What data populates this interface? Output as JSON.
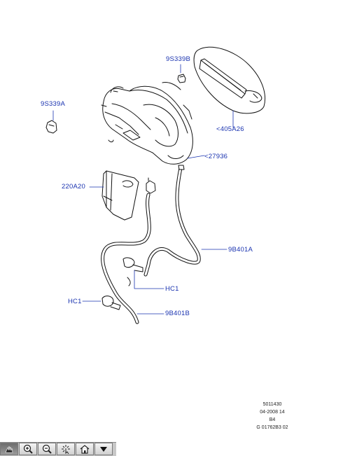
{
  "labels": {
    "p9s339b": "9S339B",
    "p9s339a": "9S339A",
    "p405a26": "<405A26",
    "p27936": "<27936",
    "p220a20": "220A20",
    "p9b401a": "9B401A",
    "hc1_upper": "HC1",
    "hc1_lower": "HC1",
    "p9b401b": "9B401B"
  },
  "reference": {
    "line1": "5011430",
    "line2": "04-2008 14",
    "line3": "B4",
    "line4": "G 01762B3 02"
  },
  "toolbar": {
    "icons": [
      "pan-icon",
      "zoom-in-icon",
      "zoom-out-icon",
      "select-icon",
      "home-icon",
      "menu-arrow-icon"
    ]
  },
  "colors": {
    "label": "#1a33b0",
    "line": "#111111",
    "toolbar_bg": "#c8c8c8"
  }
}
